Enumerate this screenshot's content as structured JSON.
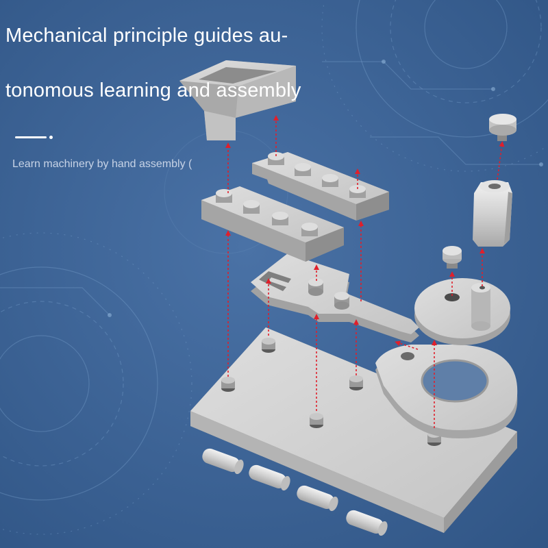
{
  "headline": {
    "line1": "Mechanical principle guides au-",
    "line2": "tonomous learning and assembly"
  },
  "subtitle": "Learn machinery by hand assembly (",
  "colors": {
    "background": "#3d6496",
    "part_gray": "#c9c9c9",
    "arrow_red": "#d81e28",
    "text": "#ffffff"
  },
  "parts": [
    "base-plate-icon",
    "hopper-icon",
    "connecting-rod-brick-icon",
    "long-brick-icon",
    "slider-lever-icon",
    "crank-disc-icon",
    "crank-pin-icon",
    "short-pin-icon",
    "sleeve-block-icon",
    "cap-peg-icon",
    "cylinder-pins-icon",
    "assembly-arrows-icon"
  ]
}
